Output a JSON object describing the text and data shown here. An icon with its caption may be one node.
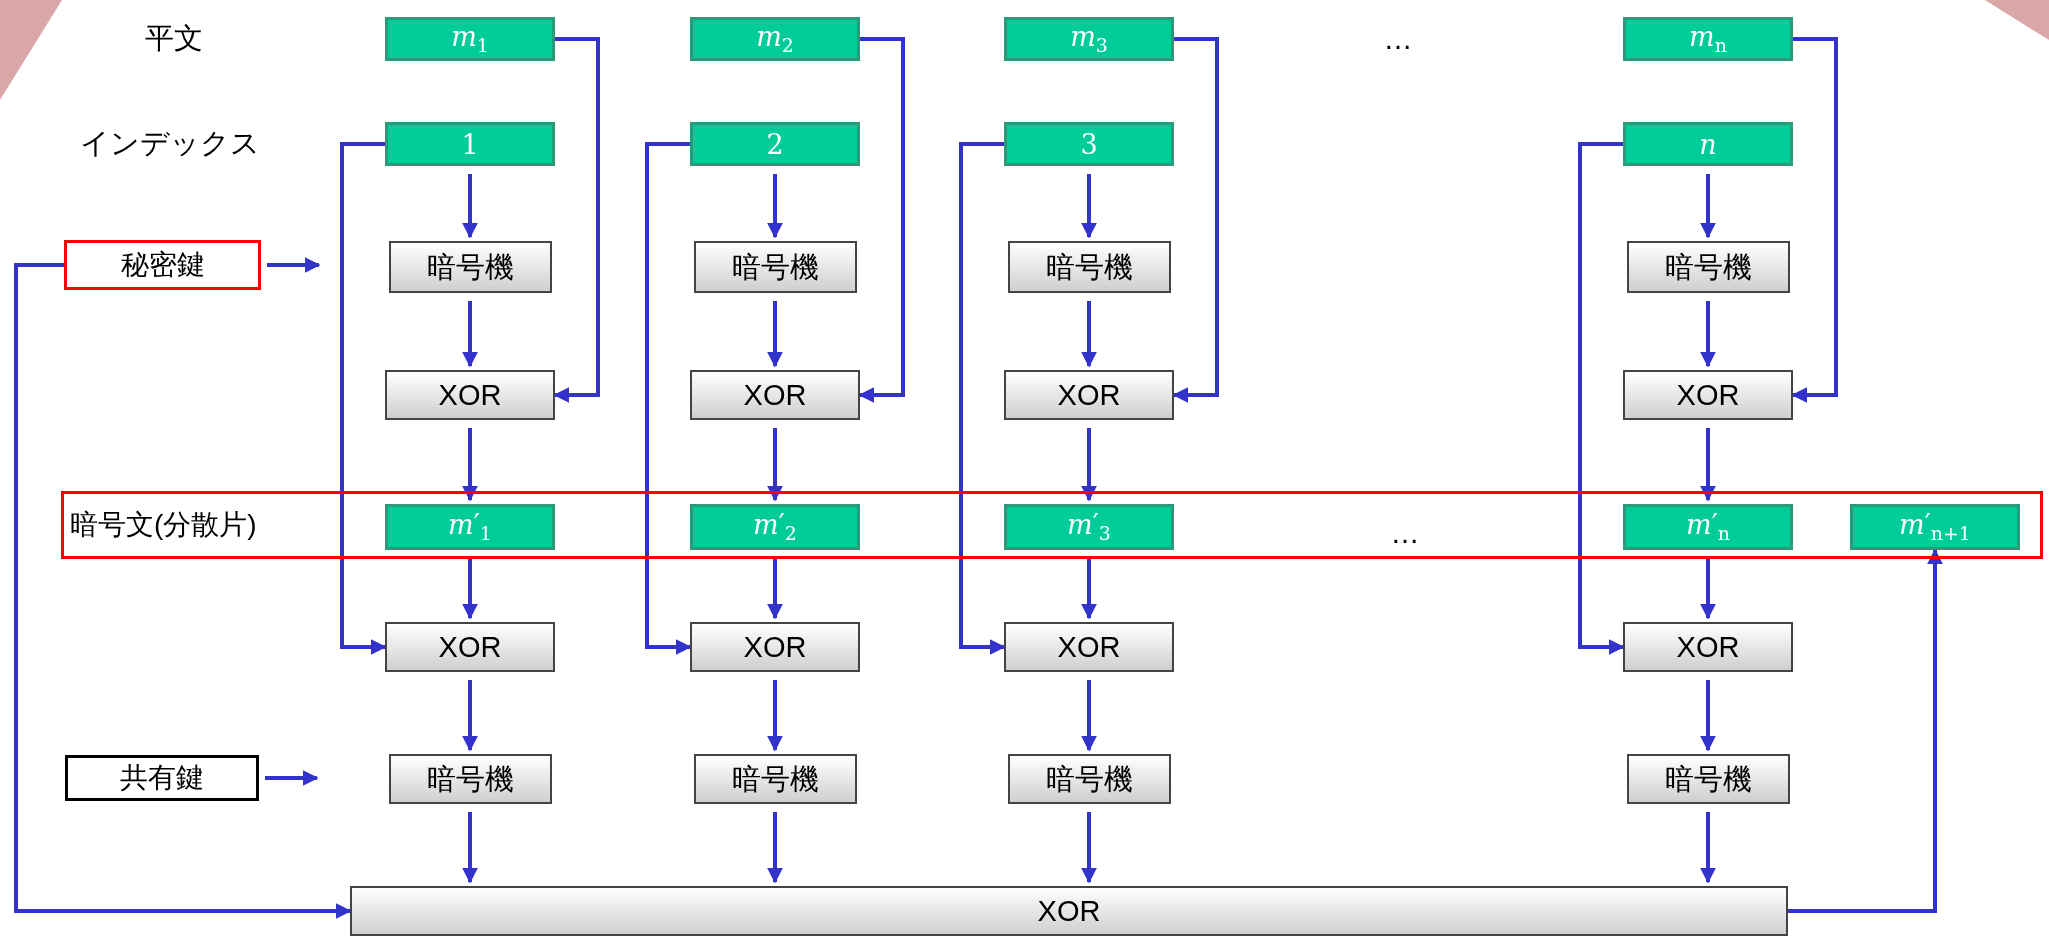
{
  "diagram": {
    "nodes": [
      {
        "text": [
          "*m*$_{1}$"
        ]
      },
      {
        "text": [
          "*m*$_{2}$"
        ]
      },
      {
        "text": [
          "*m*$_{3}$"
        ]
      },
      {
        "text": [
          "*m*$_{n}$"
        ]
      },
      {
        "text": [
          "1"
        ]
      },
      {
        "text": [
          "2"
        ]
      },
      {
        "text": [
          "3"
        ]
      },
      {
        "text": [
          "*n*"
        ]
      },
      {
        "text": [
          "秘密鍵"
        ]
      },
      {
        "text": [
          "暗号機"
        ]
      },
      {
        "text": [
          "暗号機"
        ]
      },
      {
        "text": [
          "暗号機"
        ]
      },
      {
        "text": [
          "暗号機"
        ]
      },
      {
        "text": [
          "XOR"
        ]
      },
      {
        "text": [
          "XOR"
        ]
      },
      {
        "text": [
          "XOR"
        ]
      },
      {
        "text": [
          "XOR"
        ]
      },
      {
        "text": [
          "暗号文(分散片)"
        ]
      },
      {
        "text": [
          "*m*′$_{1}$"
        ],
        "in": 17
      },
      {
        "text": [
          "*m*′$_{2}$"
        ],
        "in": 17
      },
      {
        "text": [
          "*m*′$_{3}$"
        ],
        "in": 17
      },
      {
        "text": [
          "*m*′$_{n}$"
        ],
        "in": 17
      },
      {
        "text": [
          "*m*′$_{n+1}$"
        ],
        "in": 17
      },
      {
        "text": [
          "XOR"
        ]
      },
      {
        "text": [
          "XOR"
        ]
      },
      {
        "text": [
          "XOR"
        ]
      },
      {
        "text": [
          "XOR"
        ]
      },
      {
        "text": [
          "共有鍵"
        ]
      },
      {
        "text": [
          "暗号機"
        ]
      },
      {
        "text": [
          "暗号機"
        ]
      },
      {
        "text": [
          "暗号機"
        ]
      },
      {
        "text": [
          "暗号機"
        ]
      },
      {
        "text": [
          "XOR"
        ]
      }
    ],
    "edges": [
      {
        "from": 0,
        "to": 13,
        "arrow": "to"
      },
      {
        "from": 4,
        "to": 9,
        "arrow": "to"
      },
      {
        "from": 4,
        "to": 23,
        "arrow": "to"
      },
      {
        "from": 9,
        "to": 13,
        "arrow": "to"
      },
      {
        "from": 13,
        "to": 18,
        "arrow": "to"
      },
      {
        "from": 18,
        "to": 23,
        "arrow": "to"
      },
      {
        "from": 23,
        "to": 28,
        "arrow": "to"
      },
      {
        "from": 28,
        "to": 32,
        "arrow": "to"
      },
      {
        "from": 1,
        "to": 14,
        "arrow": "to"
      },
      {
        "from": 5,
        "to": 10,
        "arrow": "to"
      },
      {
        "from": 5,
        "to": 24,
        "arrow": "to"
      },
      {
        "from": 10,
        "to": 14,
        "arrow": "to"
      },
      {
        "from": 14,
        "to": 19,
        "arrow": "to"
      },
      {
        "from": 19,
        "to": 24,
        "arrow": "to"
      },
      {
        "from": 24,
        "to": 29,
        "arrow": "to"
      },
      {
        "from": 29,
        "to": 32,
        "arrow": "to"
      },
      {
        "from": 2,
        "to": 15,
        "arrow": "to"
      },
      {
        "from": 6,
        "to": 11,
        "arrow": "to"
      },
      {
        "from": 6,
        "to": 25,
        "arrow": "to"
      },
      {
        "from": 11,
        "to": 15,
        "arrow": "to"
      },
      {
        "from": 15,
        "to": 20,
        "arrow": "to"
      },
      {
        "from": 20,
        "to": 25,
        "arrow": "to"
      },
      {
        "from": 25,
        "to": 30,
        "arrow": "to"
      },
      {
        "from": 30,
        "to": 32,
        "arrow": "to"
      },
      {
        "from": 3,
        "to": 16,
        "arrow": "to"
      },
      {
        "from": 7,
        "to": 12,
        "arrow": "to"
      },
      {
        "from": 7,
        "to": 26,
        "arrow": "to"
      },
      {
        "from": 12,
        "to": 16,
        "arrow": "to"
      },
      {
        "from": 16,
        "to": 21,
        "arrow": "to"
      },
      {
        "from": 21,
        "to": 26,
        "arrow": "to"
      },
      {
        "from": 26,
        "to": 31,
        "arrow": "to"
      },
      {
        "from": 31,
        "to": 32,
        "arrow": "to"
      },
      {
        "from": 32,
        "to": 22,
        "arrow": "to"
      },
      {
        "from": 8,
        "to": 32,
        "arrow": "to"
      },
      {
        "from": 8,
        "to": null,
        "arrow": "to"
      },
      {
        "from": 27,
        "to": null,
        "arrow": "to"
      }
    ],
    "labels": [
      "平文",
      "インデックス",
      "…",
      "…"
    ]
  }
}
